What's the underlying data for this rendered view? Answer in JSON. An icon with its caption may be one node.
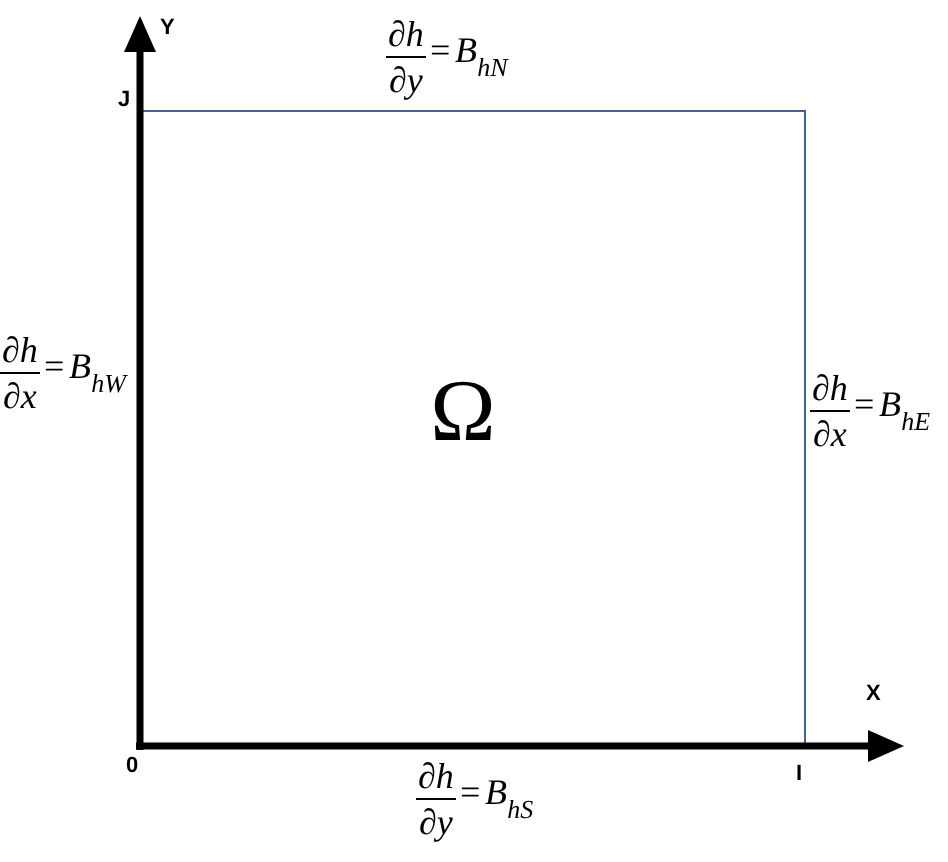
{
  "diagram": {
    "nodes": [
      {
        "text": [
          "Ω"
        ]
      }
    ],
    "labels": [
      "Y",
      "J",
      "∂h",
      "∂y",
      "= B$_{hN}$",
      "∂h",
      "∂x",
      "= B$_{hW}$",
      "∂h",
      "∂x",
      "= B$_{hE}$",
      "X",
      "0",
      "I",
      "∂h",
      "∂y",
      "= B$_{hS}$"
    ]
  }
}
